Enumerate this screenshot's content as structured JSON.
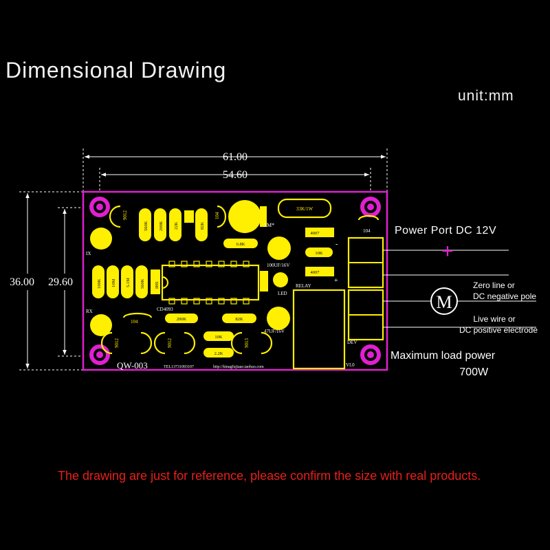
{
  "title": "Dimensional Drawing",
  "unit": "unit:mm",
  "dimensions": {
    "outer_width": "61.00",
    "inner_width": "54.60",
    "outer_height": "36.00",
    "inner_height": "29.60"
  },
  "annotations": {
    "power_port": "Power Port  DC 12V",
    "plus_sign": "+",
    "motor_symbol": "M",
    "zero_line_1": "Zero line or",
    "zero_line_2": "DC negative pole",
    "live_wire_1": "Live wire or",
    "live_wire_2": "DC positive electrode",
    "max_load_1": "Maximum load power",
    "max_load_2": "700W"
  },
  "board": {
    "model": "QW-003",
    "tel": "TEL13731093107",
    "url": "http://kinagfujiaao.taobao.com",
    "labels": {
      "ix": "IX",
      "rx": "RX",
      "relay": "RELAY",
      "led": "LED",
      "dev": "DEV",
      "vin": "VI.0",
      "chip": "CD4093",
      "cap1": "100UF/16V",
      "cap2": "47UF/16V",
      "res_33k": "33K/1W",
      "res_1m": "1M*",
      "res_6k8": "6.8K",
      "res_10k_a": "10K",
      "res_10k_b": "10K",
      "res_200k": "200K",
      "res_82k": "82K",
      "res_22k": "2.2K",
      "d1": "4007",
      "d2": "4007",
      "minus": "-",
      "plus": "+",
      "c104a": "104",
      "c104b": "104",
      "c104c": "104",
      "t9012a": "9012",
      "t9012b": "9012",
      "t9012c": "9012",
      "t9013": "9013",
      "r560k_a": "560K",
      "r200k": "200K",
      "r22k": "22K",
      "r82k": "82K",
      "r100k": "100K",
      "r10m": "10M",
      "r51m": "5.1M",
      "r560k_b": "560K",
      "ih": "IHS"
    }
  },
  "disclaimer": "The drawing are just for reference, please confirm the size with real products.",
  "colors": {
    "background": "#000000",
    "board_outline": "#e020d0",
    "components": "#ffef00",
    "disclaimer": "#e8201a",
    "plus_sign": "#e020d0"
  }
}
